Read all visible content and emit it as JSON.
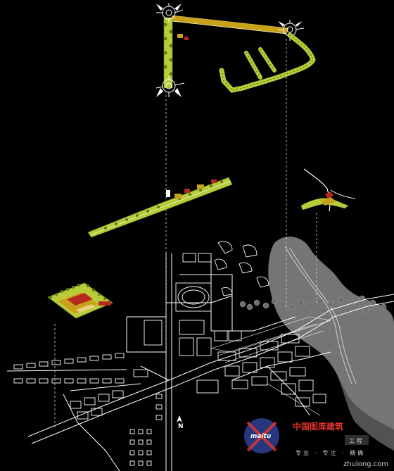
{
  "north_arrow": {
    "label": "N"
  },
  "watermark": {
    "logo_text": "maitu",
    "brand_text": "中国图库建筑",
    "brand_badge": "工程",
    "subtitle": "专业 · 专注 · 精确",
    "site_url": "zhulong.com"
  },
  "colors": {
    "background": "#000000",
    "linework": "#ffffff",
    "terrain": "#8a8a8a",
    "vegetation": "#b8cc3a",
    "vegetation_dark": "#5e7a1c",
    "building": "#c7a21a",
    "roof_red": "#b52a1c",
    "watermark_red": "#e0352b",
    "watermark_blue": "#2a3d8c"
  }
}
